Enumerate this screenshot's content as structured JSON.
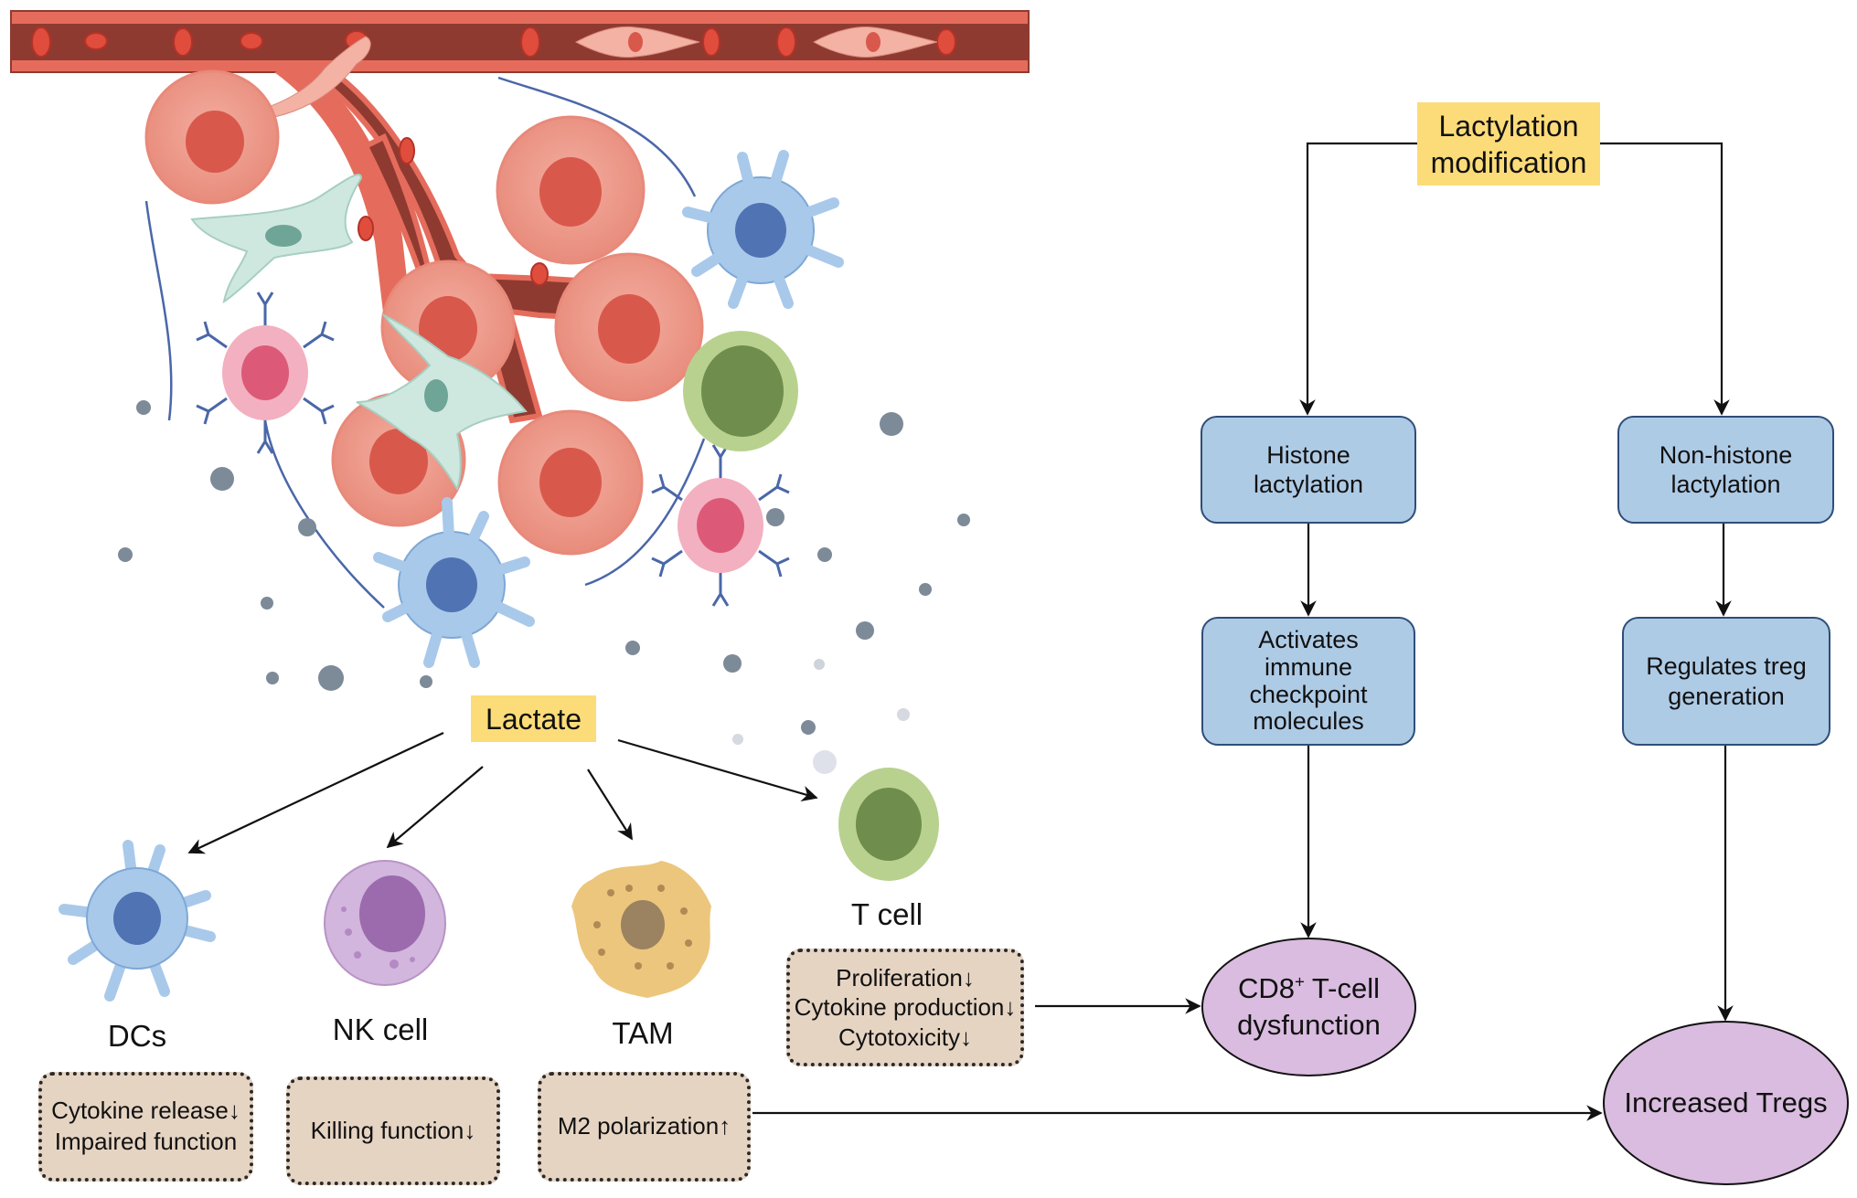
{
  "diagram": {
    "title_node": {
      "line1": "Lactylation",
      "line2": "modification"
    },
    "lactate_node": {
      "label": "Lactate"
    },
    "branches": {
      "histone": {
        "line1": "Histone",
        "line2": "lactylation"
      },
      "non_histone": {
        "line1": "Non-histone",
        "line2": "lactylation"
      },
      "activates": {
        "line1": "Activates",
        "line2": "immune",
        "line3": "checkpoint",
        "line4": "molecules"
      },
      "regulates": {
        "line1": "Regulates treg",
        "line2": "generation"
      }
    },
    "outcomes": {
      "cd8": {
        "line1_main": "CD8",
        "line1_sup": "+",
        "line1_rest": " T-cell",
        "line2": "dysfunction"
      },
      "tregs": {
        "label": "Increased Tregs"
      }
    },
    "cells": [
      {
        "id": "dcs",
        "name": "DCs",
        "effects": [
          "Cytokine release↓",
          "Impaired function"
        ]
      },
      {
        "id": "nk",
        "name": "NK cell",
        "effects": [
          "Killing function↓"
        ]
      },
      {
        "id": "tam",
        "name": "TAM",
        "effects": [
          "M2 polarization↑"
        ]
      },
      {
        "id": "tcell",
        "name": "T cell",
        "effects": [
          "Proliferation↓",
          "Cytokine production↓",
          "Cytotoxicity↓"
        ]
      }
    ],
    "colors": {
      "yellow_label": "#fcdc79",
      "blue_box": "#aecbe6",
      "blue_border": "#2f4d7a",
      "beige_box": "#e6d4c3",
      "purple_oval": "#d9bcdf",
      "vessel_dark": "#8f3a30",
      "vessel_light": "#e56c5c",
      "tumor_cell": "#ee9b8c",
      "tumor_nucleus": "#d9584c",
      "fibroblast": "#cfe8df",
      "dc_blue": "#a9c9ea",
      "dc_nucleus": "#4f73b3",
      "tcell_green": "#b9d18e",
      "tcell_nucleus": "#6f8d4c",
      "bcell_pink": "#f3b0c0",
      "nk_purple": "#d2b6dd",
      "tam_yellow": "#ecc67c",
      "particle_gray": "#7d8a98"
    }
  }
}
